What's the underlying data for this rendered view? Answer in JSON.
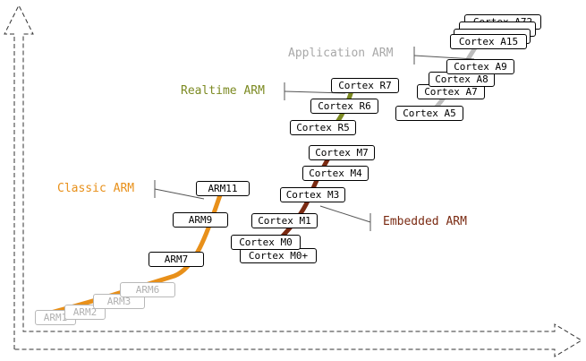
{
  "groups": {
    "classic": {
      "label": "Classic ARM",
      "color": "#e8901a"
    },
    "embedded": {
      "label": "Embedded ARM",
      "color": "#7a2a12"
    },
    "realtime": {
      "label": "Realtime ARM",
      "color": "#7c8a22"
    },
    "application": {
      "label": "Application ARM",
      "color": "#a8a8a8"
    }
  },
  "processors": {
    "arm1": "ARM1",
    "arm2": "ARM2",
    "arm3": "ARM3",
    "arm6": "ARM6",
    "arm7": "ARM7",
    "arm9": "ARM9",
    "arm11": "ARM11",
    "m0plus": "Cortex M0+",
    "m0": "Cortex M0",
    "m1": "Cortex M1",
    "m3": "Cortex M3",
    "m4": "Cortex M4",
    "m7": "Cortex M7",
    "r5": "Cortex R5",
    "r6": "Cortex R6",
    "r7": "Cortex R7",
    "a5": "Cortex A5",
    "a7": "Cortex A7",
    "a8": "Cortex A8",
    "a9": "Cortex A9",
    "a15": "Cortex A15",
    "a72": "Cortex A72"
  }
}
